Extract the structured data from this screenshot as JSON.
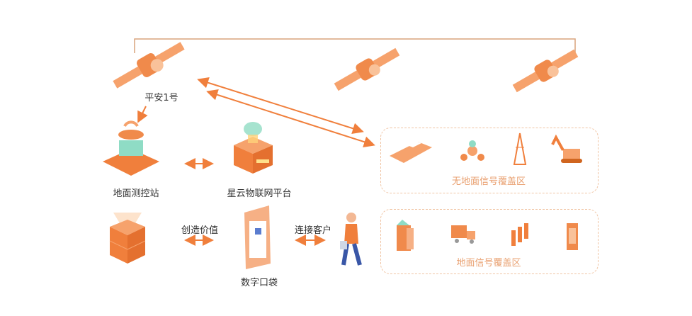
{
  "colors": {
    "accent": "#f07f3c",
    "light": "#f6b085",
    "line": "#e8a97a",
    "zone_border": "#f0c4a3",
    "zone_text": "#e9a070"
  },
  "satellite_label": "平安1号",
  "ground_station_label": "地面测控站",
  "platform_label": "星云物联网平台",
  "create_value_label": "创造价值",
  "digital_pocket_label": "数字口袋",
  "connect_customer_label": "连接客户",
  "zones": {
    "no_ground_signal": {
      "label": "无地面信号覆盖区",
      "icons": [
        "ship-icon",
        "sensor-node-icon",
        "tower-icon",
        "excavator-icon"
      ]
    },
    "ground_signal": {
      "label": "地面信号覆盖区",
      "icons": [
        "building-icon",
        "truck-icon",
        "pipes-icon",
        "cabinet-icon"
      ]
    }
  }
}
